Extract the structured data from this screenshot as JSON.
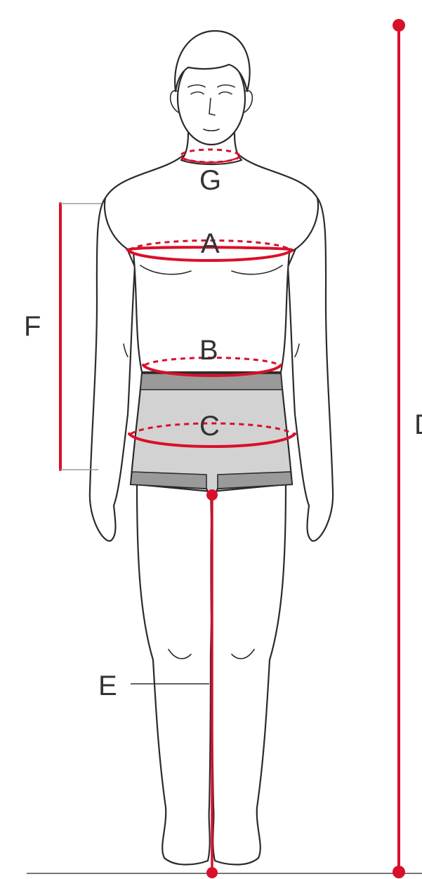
{
  "labels": {
    "a": "A",
    "b": "B",
    "c": "C",
    "d": "D",
    "e": "E",
    "f": "F",
    "g": "G"
  },
  "colors": {
    "measure": "#d8102a",
    "outline": "#2b2b2b",
    "shorts": "#d2d2d2",
    "waistband": "#9a9a9a"
  }
}
